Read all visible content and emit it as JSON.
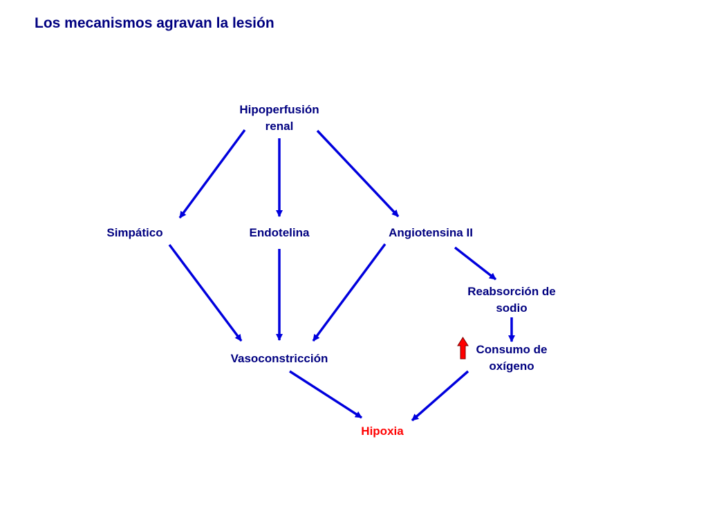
{
  "title": "Los mecanismos agravan la lesión",
  "colors": {
    "text": "#000080",
    "arrow": "#0000dd",
    "hypoxia": "#ff0000",
    "up_arrow": "#ff0000"
  },
  "nodes": {
    "hipoperfusion": {
      "line1": "Hipoperfusión",
      "line2": "renal"
    },
    "simpatico": {
      "label": "Simpático"
    },
    "endotelina": {
      "label": "Endotelina"
    },
    "angiotensina": {
      "label": "Angiotensina II"
    },
    "reabsorcion": {
      "line1": "Reabsorción de",
      "line2": "sodio"
    },
    "consumo": {
      "line1": "Consumo de",
      "line2": "oxígeno"
    },
    "vasoconstriccion": {
      "label": "Vasoconstricción"
    },
    "hipoxia": {
      "label": "Hipoxia"
    }
  },
  "edges": [
    {
      "from": "Hipoperfusión renal",
      "to": "Simpático"
    },
    {
      "from": "Hipoperfusión renal",
      "to": "Endotelina"
    },
    {
      "from": "Hipoperfusión renal",
      "to": "Angiotensina II"
    },
    {
      "from": "Simpático",
      "to": "Vasoconstricción"
    },
    {
      "from": "Endotelina",
      "to": "Vasoconstricción"
    },
    {
      "from": "Angiotensina II",
      "to": "Vasoconstricción"
    },
    {
      "from": "Angiotensina II",
      "to": "Reabsorción de sodio"
    },
    {
      "from": "Reabsorción de sodio",
      "to": "Consumo de oxígeno"
    },
    {
      "from": "Vasoconstricción",
      "to": "Hipoxia"
    },
    {
      "from": "Consumo de oxígeno",
      "to": "Hipoxia"
    }
  ],
  "indicators": {
    "consumo_increase_icon": "up-arrow-icon"
  }
}
